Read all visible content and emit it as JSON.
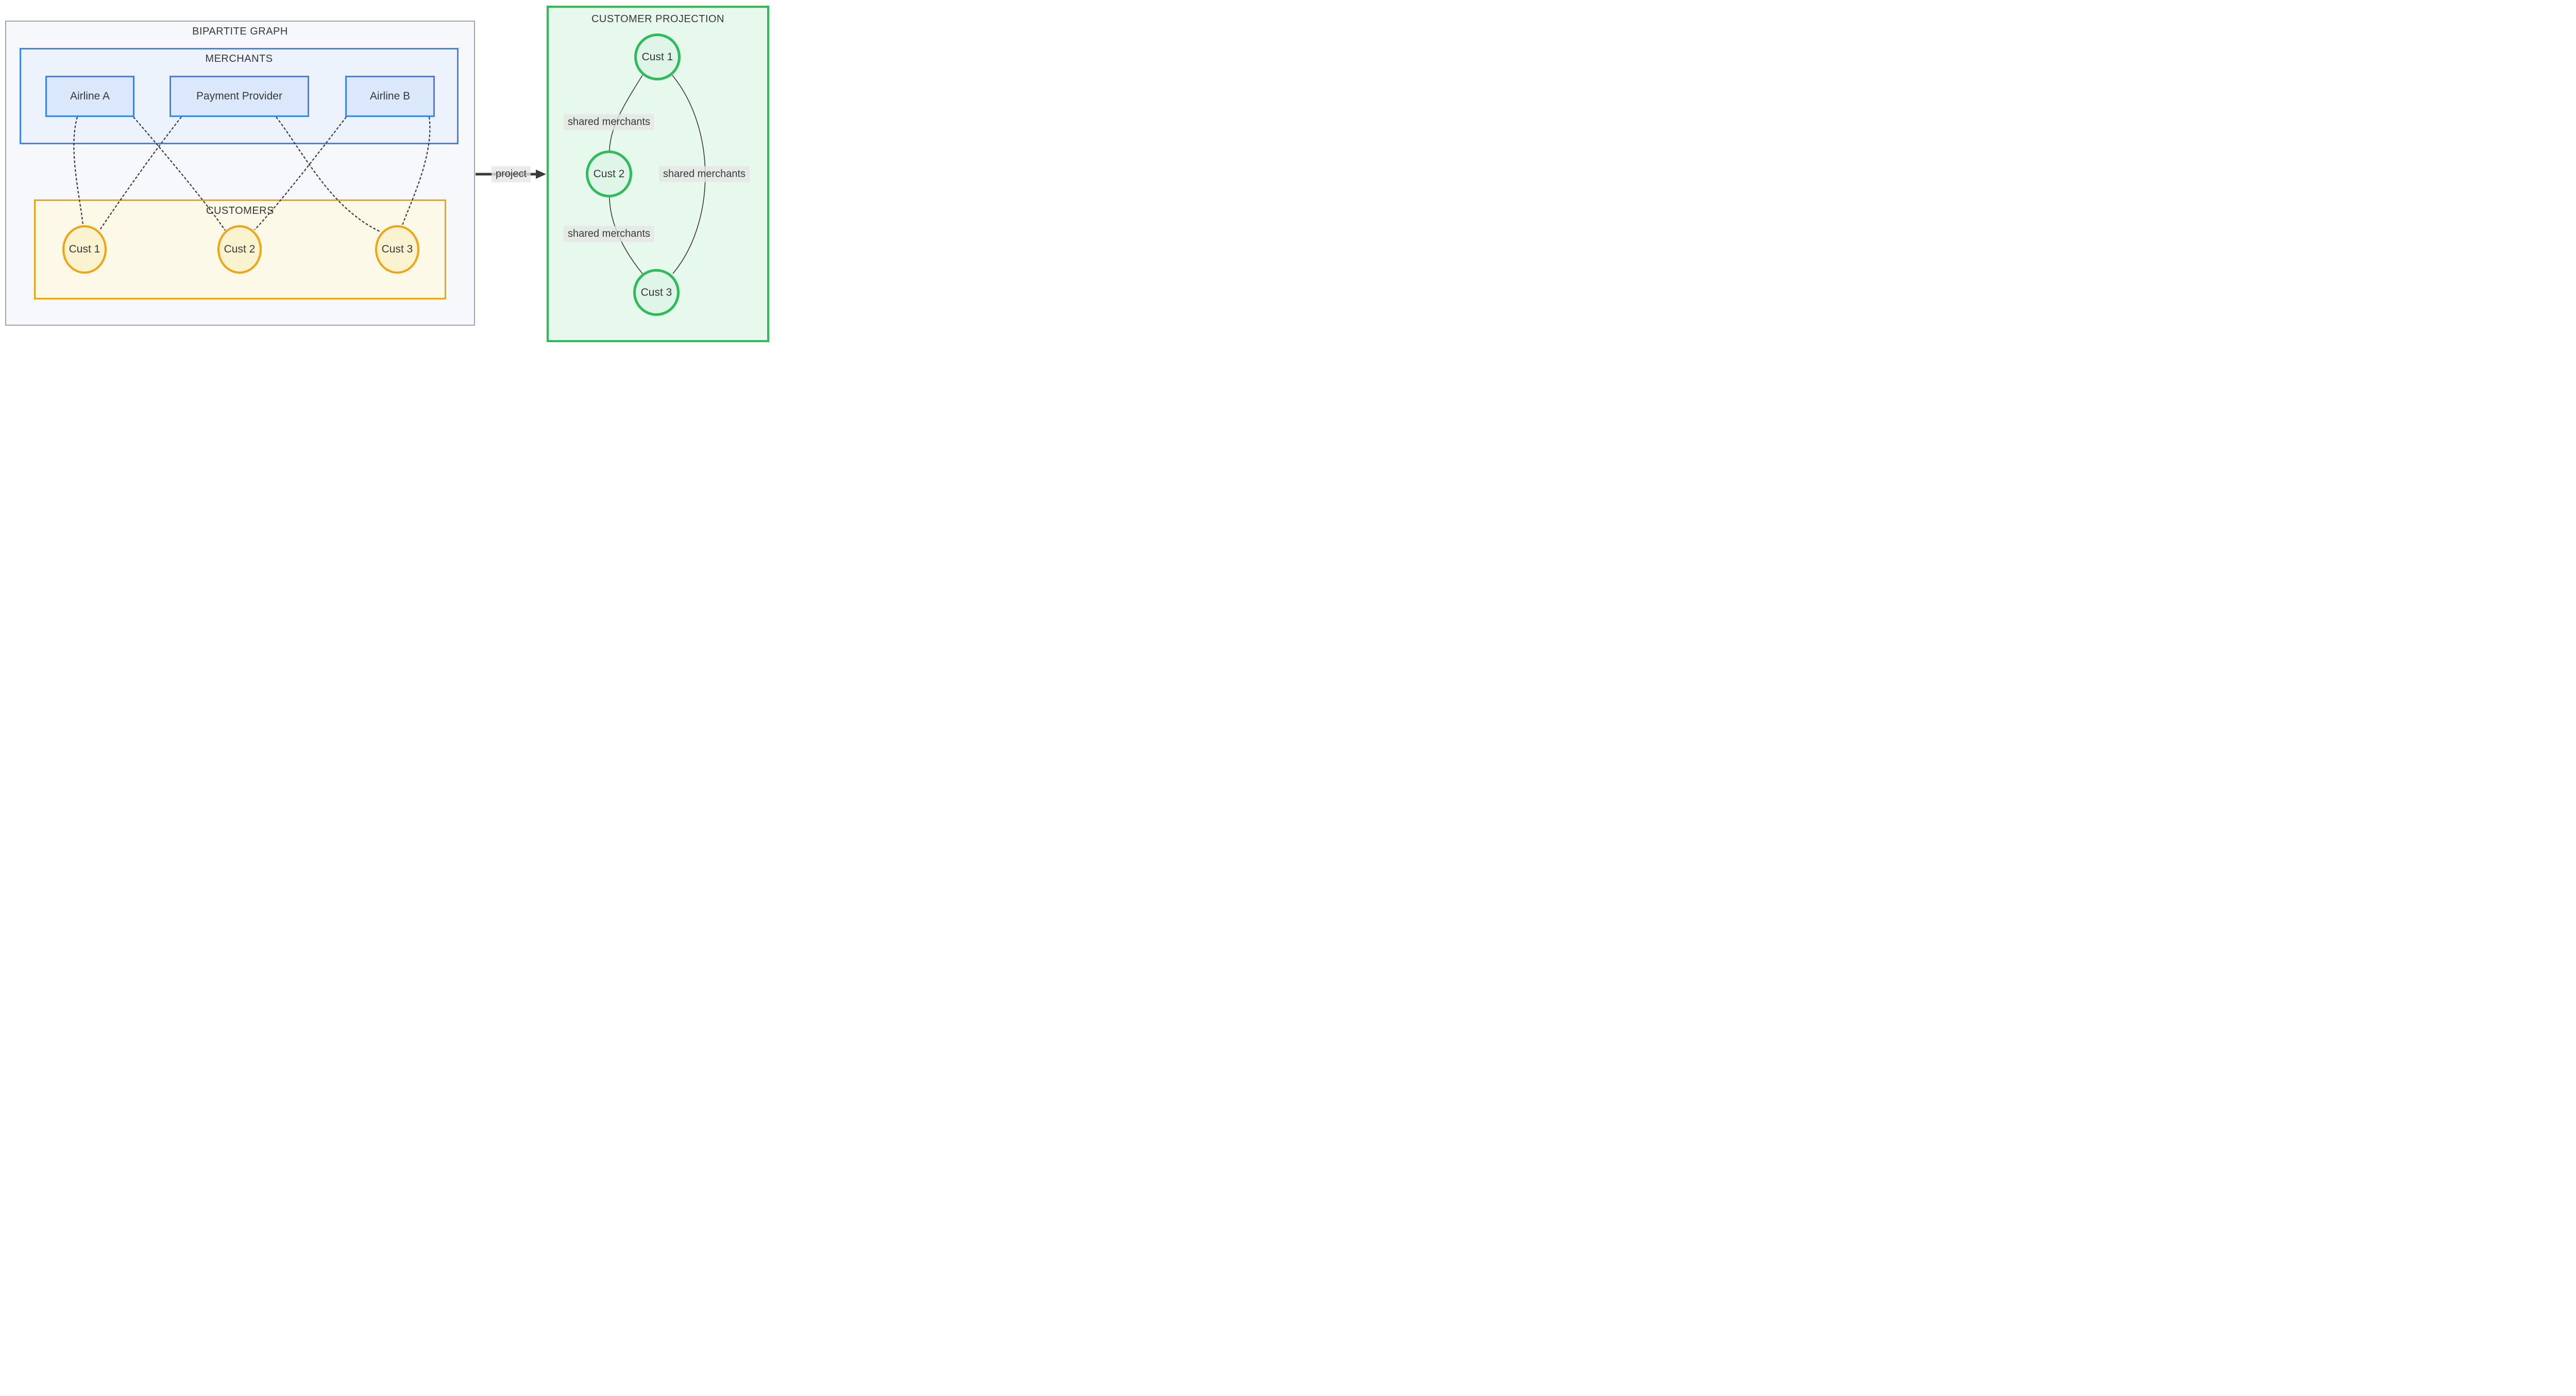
{
  "diagram": {
    "bipartite": {
      "title": "BIPARTITE GRAPH",
      "merchants": {
        "title": "MERCHANTS",
        "nodes": [
          "Airline A",
          "Payment Provider",
          "Airline B"
        ]
      },
      "customers": {
        "title": "CUSTOMERS",
        "nodes": [
          "Cust 1",
          "Cust 2",
          "Cust 3"
        ]
      },
      "edges": [
        {
          "from": "Airline A",
          "to": "Cust 1"
        },
        {
          "from": "Airline A",
          "to": "Cust 2"
        },
        {
          "from": "Payment Provider",
          "to": "Cust 1"
        },
        {
          "from": "Payment Provider",
          "to": "Cust 3"
        },
        {
          "from": "Airline B",
          "to": "Cust 2"
        },
        {
          "from": "Airline B",
          "to": "Cust 3"
        }
      ],
      "edge_style": "dashed"
    },
    "transform": {
      "label": "project"
    },
    "projection": {
      "title": "CUSTOMER PROJECTION",
      "nodes": [
        "Cust 1",
        "Cust 2",
        "Cust 3"
      ],
      "edges": [
        {
          "from": "Cust 1",
          "to": "Cust 2",
          "label": "shared merchants"
        },
        {
          "from": "Cust 2",
          "to": "Cust 3",
          "label": "shared merchants"
        },
        {
          "from": "Cust 1",
          "to": "Cust 3",
          "label": "shared merchants"
        }
      ],
      "edge_style": "solid"
    },
    "colors": {
      "blue-border": "#3c83f6",
      "blue-box": "#ecf3fd",
      "blue-node": "#dbe8fc",
      "orange-border": "#f2a30d",
      "orange-box": "#fdf9e9",
      "orange-node": "#fbf2d0",
      "green-border": "#2abd58",
      "green-box": "#e7f8ed",
      "green-node": "#def5e7",
      "panel-bg": "#f6f8fb",
      "panel-border": "#9aa5b1",
      "ink": "#3a3a3a"
    }
  }
}
